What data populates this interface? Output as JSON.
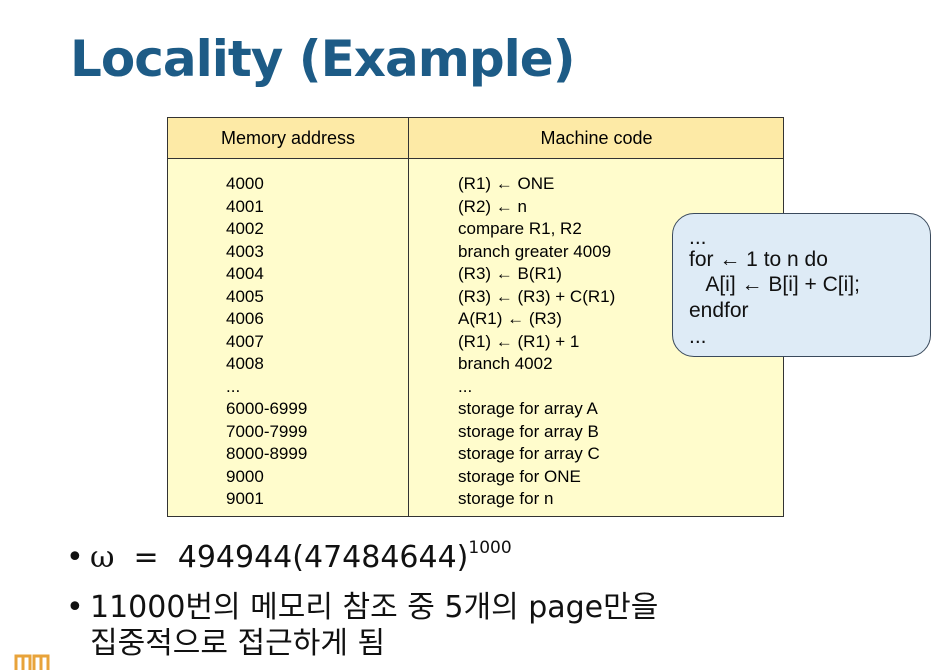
{
  "title": "Locality (Example)",
  "table": {
    "headers": [
      "Memory address",
      "Machine code"
    ],
    "rows": [
      [
        "4000",
        "(R1) ← ONE"
      ],
      [
        "4001",
        "(R2) ← n"
      ],
      [
        "4002",
        "compare R1, R2"
      ],
      [
        "4003",
        "branch greater 4009"
      ],
      [
        "4004",
        "(R3) ← B(R1)"
      ],
      [
        "4005",
        "(R3) ← (R3) + C(R1)"
      ],
      [
        "4006",
        "A(R1) ← (R3)"
      ],
      [
        "4007",
        "(R1) ← (R1) + 1"
      ],
      [
        "4008",
        "branch 4002"
      ],
      [
        "...",
        "..."
      ],
      [
        "6000-6999",
        "storage for array A"
      ],
      [
        "7000-7999",
        "storage for array B"
      ],
      [
        "8000-8999",
        "storage for array C"
      ],
      [
        "9000",
        "storage for ONE"
      ],
      [
        "9001",
        "storage for n"
      ]
    ]
  },
  "callout": {
    "lines": [
      "...",
      "for ← 1 to n do",
      "   A[i] ← B[i] + C[i];",
      "endfor",
      "..."
    ]
  },
  "bullets": {
    "omega_symbol": "ω",
    "omega_eq": "  =  494944(47484644)",
    "omega_exp": "1000",
    "line2a": "11000번의 메모리 참조 중 5개의 page만을",
    "line2b": "집중적으로 접근하게 됨"
  },
  "colors": {
    "title": "#1d5b86",
    "table_body": "#fffccc",
    "table_header": "#fdeaa6",
    "callout_bg": "#deebf6",
    "logo": "#e8a33a"
  },
  "icons": {
    "logo": "university-logo-icon"
  }
}
